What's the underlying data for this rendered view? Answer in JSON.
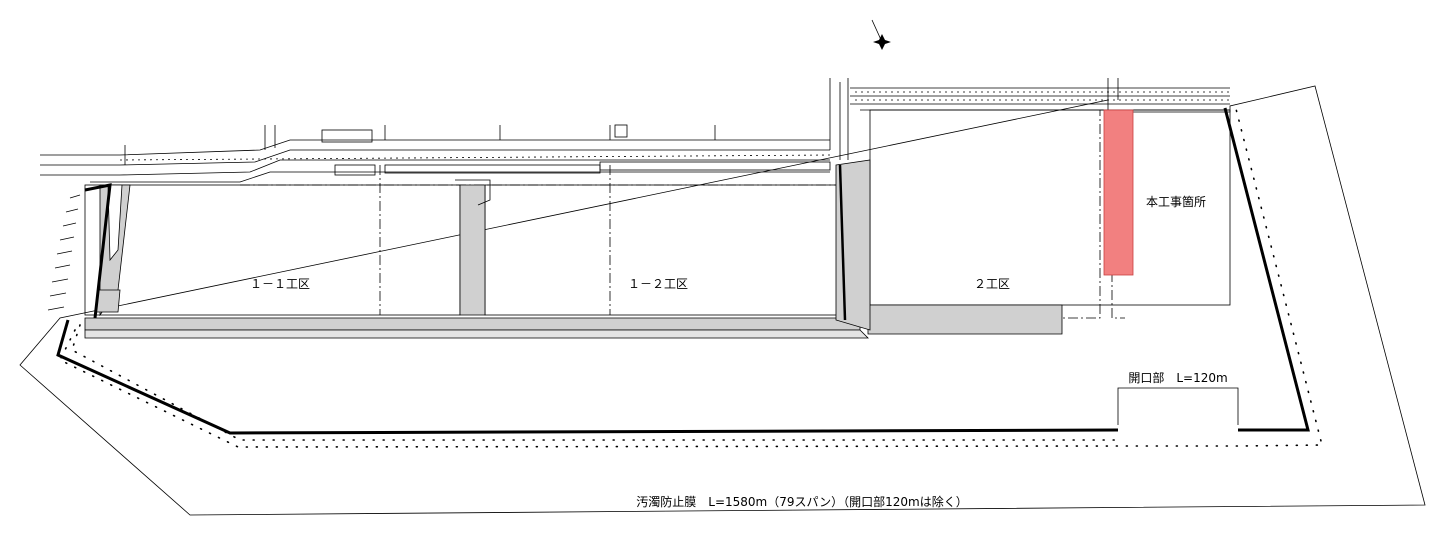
{
  "zones": {
    "zone_1_1": "１－１工区",
    "zone_1_2": "１－２工区",
    "zone_2": "２工区"
  },
  "site_office": {
    "label": "本工事箇所",
    "color": "#f28080"
  },
  "opening": {
    "label": "開口部　L=120m"
  },
  "footer_note": "汚濁防止膜　L=1580m（79スパン）（開口部120mは除く）",
  "compass": {
    "icon": "north-arrow-icon"
  },
  "colors": {
    "line": "#000000",
    "quay_fill": "#d0d0d0",
    "highlight": "#f28080"
  }
}
